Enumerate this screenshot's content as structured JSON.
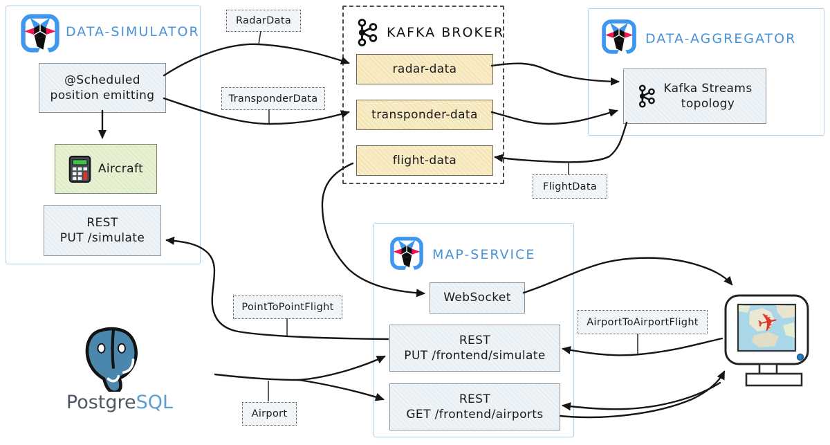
{
  "services": {
    "data_simulator": {
      "title": "DATA-SIMULATOR"
    },
    "kafka_broker": {
      "title": "KAFKA BROKER"
    },
    "data_aggregator": {
      "title": "DATA-AGGREGATOR"
    },
    "map_service": {
      "title": "MAP-SERVICE"
    }
  },
  "nodes": {
    "scheduled": {
      "line1": "@Scheduled",
      "line2": "position emitting"
    },
    "aircraft": {
      "label": "Aircraft"
    },
    "rest_simulate": {
      "line1": "REST",
      "line2": "PUT /simulate"
    },
    "radar_topic": {
      "label": "radar-data"
    },
    "transponder_topic": {
      "label": "transponder-data"
    },
    "flight_topic": {
      "label": "flight-data"
    },
    "kafka_streams": {
      "line1": "Kafka Streams",
      "line2": "topology"
    },
    "websocket": {
      "label": "WebSocket"
    },
    "rest_frontend_simulate": {
      "line1": "REST",
      "line2": "PUT /frontend/simulate"
    },
    "rest_frontend_airports": {
      "line1": "REST",
      "line2": "GET /frontend/airports"
    }
  },
  "message_labels": {
    "radar_data": "RadarData",
    "transponder_data": "TransponderData",
    "flight_data": "FlightData",
    "point_to_point_flight": "PointToPointFlight",
    "airport_to_airport_flight": "AirportToAirportFlight",
    "airport": "Airport"
  },
  "postgresql": {
    "prefix": "Postgre",
    "suffix": "SQL"
  },
  "icons": {
    "quarkus": "quarkus-logo",
    "kafka": "kafka-logo",
    "calculator": "calculator-icon",
    "postgres_elephant": "postgresql-elephant-icon",
    "monitor": "monitor-with-map-icon",
    "plane": "airplane-icon"
  },
  "colors": {
    "service_title_blue": "#4a93d9",
    "container_border": "#abcde9",
    "kafka_border_dashed": "#4c4c4c",
    "topic_fill": "#f8ecc6",
    "topic_border": "#6e6248",
    "node_fill": "#eef3f7",
    "node_border": "#8a939b",
    "aircraft_fill": "#e7f0d3",
    "arrow": "#161616",
    "quarkus_blue": "#3e96ee",
    "quarkus_red": "#f2134f",
    "postgres_blue": "#4b86ad",
    "plane_red": "#dc3a2c"
  }
}
